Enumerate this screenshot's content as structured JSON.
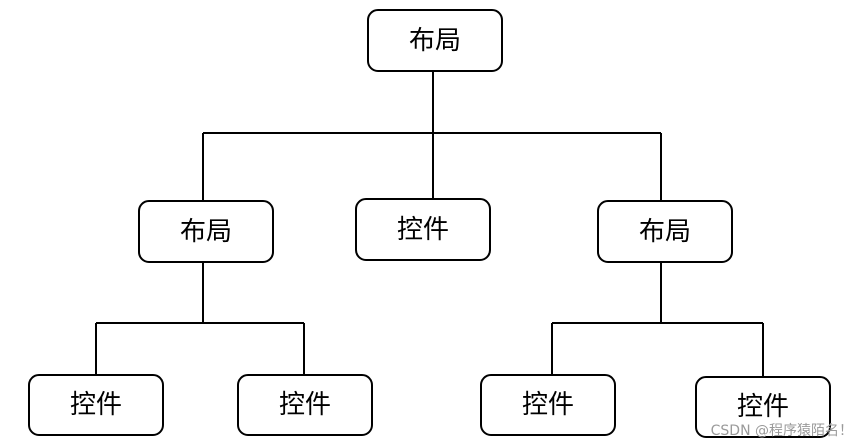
{
  "diagram": {
    "root": {
      "label": "布局"
    },
    "level1": [
      {
        "label": "布局"
      },
      {
        "label": "控件"
      },
      {
        "label": "布局"
      }
    ],
    "level2": [
      {
        "label": "控件"
      },
      {
        "label": "控件"
      },
      {
        "label": "控件"
      },
      {
        "label": "控件"
      }
    ]
  },
  "watermark": {
    "text": "CSDN @程序猿陌名！"
  }
}
